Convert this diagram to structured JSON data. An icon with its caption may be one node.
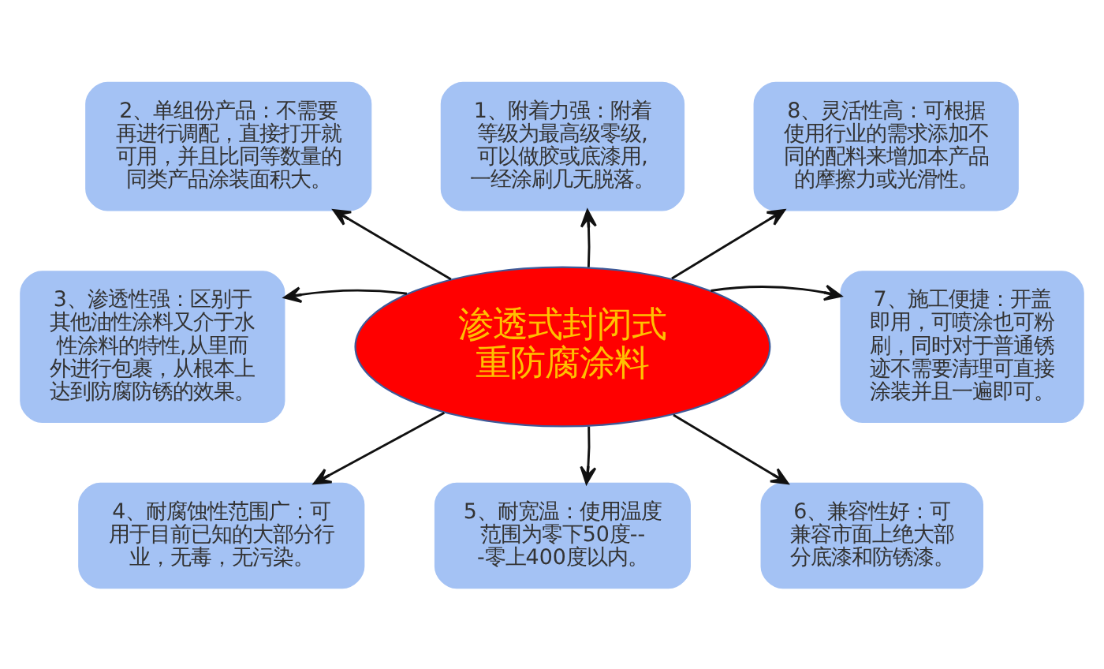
{
  "diagram": {
    "nodes": [
      {
        "text": [
          "渗透式封闭式重防腐涂料"
        ]
      },
      {
        "text": [
          "1、附着力强：附着等级为最高级零级,可以做胶或底漆用,一经涂刷几无脱落。"
        ]
      },
      {
        "text": [
          "2、单组份产品：不需要再进行调配，直接打开就可用，并且比同等数量的同类产品涂装面积大。"
        ]
      },
      {
        "text": [
          "3、渗透性强：区别于其他油性涂料又介于水性涂料的特性,从里而外进行包裹，从根本上达到防腐防锈的效果。"
        ]
      },
      {
        "text": [
          "4、耐腐蚀性范围广：可用于目前已知的大部分行业，无毒，无污染。"
        ]
      },
      {
        "text": [
          "5、耐宽温：使用温度范围为零下50度---零上400度以内。"
        ]
      },
      {
        "text": [
          "6、兼容性好：可兼容市面上绝大部分底漆和防锈漆。"
        ]
      },
      {
        "text": [
          "7、施工便捷：开盖即用，可喷涂也可粉刷，同时对于普通锈迹不需要清理可直接涂装并且一遍即可。"
        ]
      },
      {
        "text": [
          "8、灵活性高：可根据使用行业的需求添加不同的配料来增加本产品的摩擦力或光滑性。"
        ]
      }
    ],
    "edges": [
      {
        "from": 0,
        "to": 1,
        "arrow": "to"
      },
      {
        "from": 0,
        "to": 2,
        "arrow": "to"
      },
      {
        "from": 0,
        "to": 3,
        "arrow": "to"
      },
      {
        "from": 0,
        "to": 4,
        "arrow": "to"
      },
      {
        "from": 0,
        "to": 5,
        "arrow": "to"
      },
      {
        "from": 0,
        "to": 6,
        "arrow": "to"
      },
      {
        "from": 0,
        "to": 7,
        "arrow": "to"
      },
      {
        "from": 0,
        "to": 8,
        "arrow": "to"
      }
    ]
  }
}
